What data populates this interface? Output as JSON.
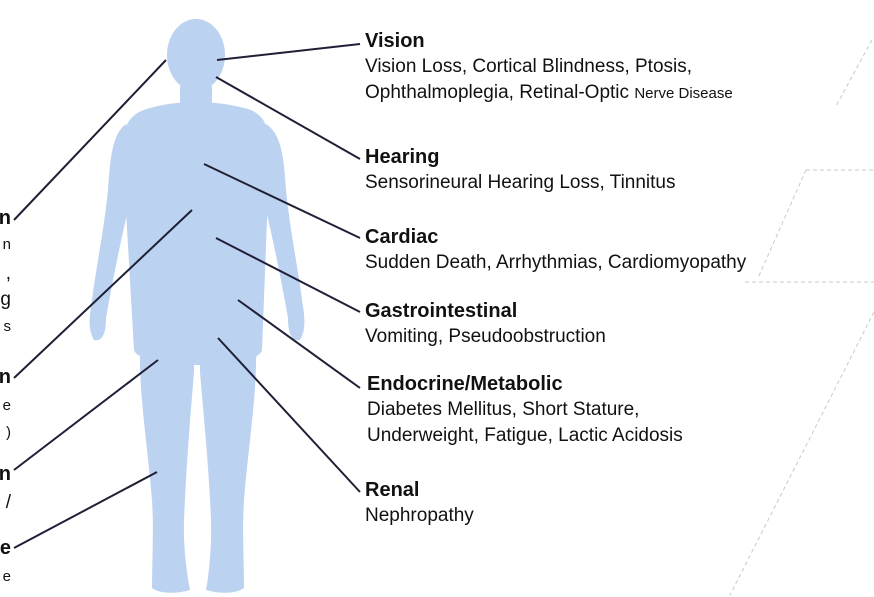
{
  "colors": {
    "body": "#bcd2f1",
    "leader_line": "#1f1f35",
    "text": "#111111",
    "dashed_guide": "#c9c9c9"
  },
  "systems": [
    {
      "id": "vision",
      "name": "Vision",
      "details": [
        "Vision Loss, Cortical Blindness, Ptosis,",
        "Ophthalmoplegia, Retinal-Optic "
      ],
      "details_small": "Nerve Disease"
    },
    {
      "id": "hearing",
      "name": "Hearing",
      "details": [
        "Sensorineural Hearing Loss, Tinnitus"
      ]
    },
    {
      "id": "cardiac",
      "name": "Cardiac",
      "details": [
        "Sudden Death, Arrhythmias, Cardiomyopathy"
      ]
    },
    {
      "id": "gastro",
      "name": "Gastrointestinal",
      "details": [
        "Vomiting, Pseudoobstruction"
      ]
    },
    {
      "id": "endocrine",
      "name": "Endocrine/Metabolic",
      "details": [
        "Diabetes Mellitus, Short Stature,",
        "Underweight, Fatigue, Lactic Acidosis"
      ]
    },
    {
      "id": "renal",
      "name": "Renal",
      "details": [
        "Nephropathy"
      ]
    }
  ],
  "left_fragments": {
    "f1": "n",
    "f2": "n",
    "f3": ",",
    "f4": "g",
    "f5": "s",
    "f6": "n",
    "f7": "e",
    "f8": ")",
    "f9": "n",
    "f10": "/",
    "f11": "e",
    "f12": "e"
  }
}
